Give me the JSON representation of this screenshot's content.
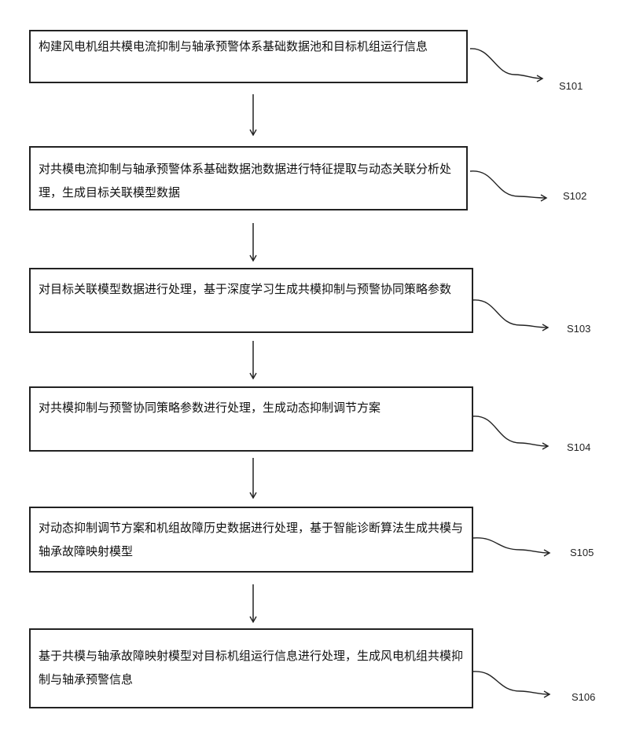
{
  "steps": [
    {
      "id": "S101",
      "text": "构建风电机组共模电流抑制与轴承预警体系基础数据池和目标机组运行信息"
    },
    {
      "id": "S102",
      "text": "对共模电流抑制与轴承预警体系基础数据池数据进行特征提取与动态关联分析处理，生成目标关联模型数据"
    },
    {
      "id": "S103",
      "text": "对目标关联模型数据进行处理，基于深度学习生成共模抑制与预警协同策略参数"
    },
    {
      "id": "S104",
      "text": "对共模抑制与预警协同策略参数进行处理，生成动态抑制调节方案"
    },
    {
      "id": "S105",
      "text": "对动态抑制调节方案和机组故障历史数据进行处理，基于智能诊断算法生成共模与轴承故障映射模型"
    },
    {
      "id": "S106",
      "text": "基于共模与轴承故障映射模型对目标机组运行信息进行处理，生成风电机组共模抑制与轴承预警信息"
    }
  ]
}
